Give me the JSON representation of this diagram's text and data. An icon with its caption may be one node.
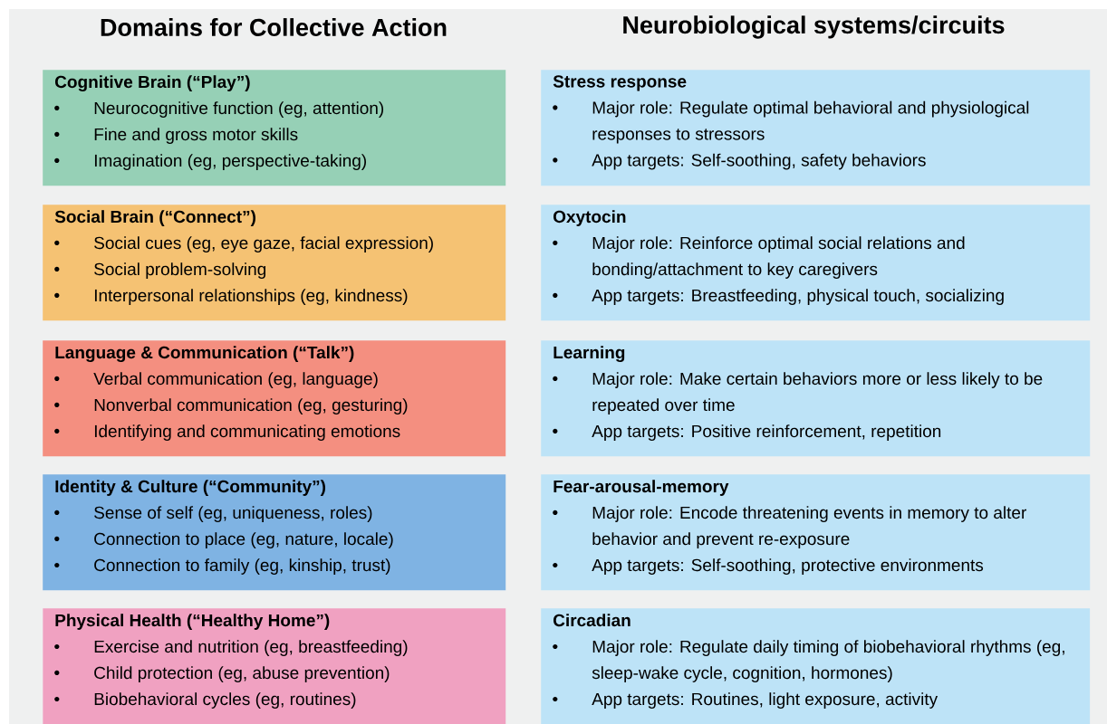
{
  "diagram": {
    "nodes": [
      {
        "text": [
          "Cognitive Brain (“Play”)",
          "Neurocognitive function (eg, attention)",
          "Fine and gross motor skills",
          "Imagination (eg, perspective-taking)"
        ]
      },
      {
        "text": [
          "Social Brain (“Connect”)",
          "Social cues (eg, eye gaze, facial expression)",
          "Social problem-solving",
          "Interpersonal relationships (eg, kindness)"
        ]
      },
      {
        "text": [
          "Language & Communication (“Talk”)",
          "Verbal communication (eg, language)",
          "Nonverbal communication (eg, gesturing)",
          "Identifying and communicating emotions"
        ]
      },
      {
        "text": [
          "Identity & Culture (“Community”)",
          "Sense of self (eg, uniqueness, roles)",
          "Connection to place (eg, nature, locale)",
          "Connection to family (eg, kinship, trust)"
        ]
      },
      {
        "text": [
          "Physical Health (“Healthy Home”)",
          "Exercise and nutrition (eg, breastfeeding)",
          "Child protection (eg, abuse prevention)",
          "Biobehavioral cycles (eg, routines)"
        ]
      },
      {
        "text": [
          "Stress response",
          "Major role: Regulate optimal behavioral and physiological responses to stressors",
          "App targets: Self-soothing, safety behaviors"
        ]
      },
      {
        "text": [
          "Oxytocin",
          "Major role: Reinforce optimal social relations and bonding/attachment to key caregivers",
          "App targets: Breastfeeding, physical touch, socializing"
        ]
      },
      {
        "text": [
          "Learning",
          "Major role: Make certain behaviors more or less likely to be repeated over time",
          "App targets: Positive reinforcement, repetition"
        ]
      },
      {
        "text": [
          "Fear-arousal-memory",
          "Major role: Encode threatening events in memory to alter behavior and prevent re-exposure",
          "App targets: Self-soothing, protective environments"
        ]
      },
      {
        "text": [
          "Circadian",
          "Major role: Regulate daily timing of biobehavioral rhythms (eg, sleep-wake cycle, cognition, hormones)",
          "App targets: Routines, light exposure, activity"
        ]
      }
    ],
    "labels": [
      "Domains for Collective Action",
      "Neurobiological systems/circuits"
    ]
  }
}
